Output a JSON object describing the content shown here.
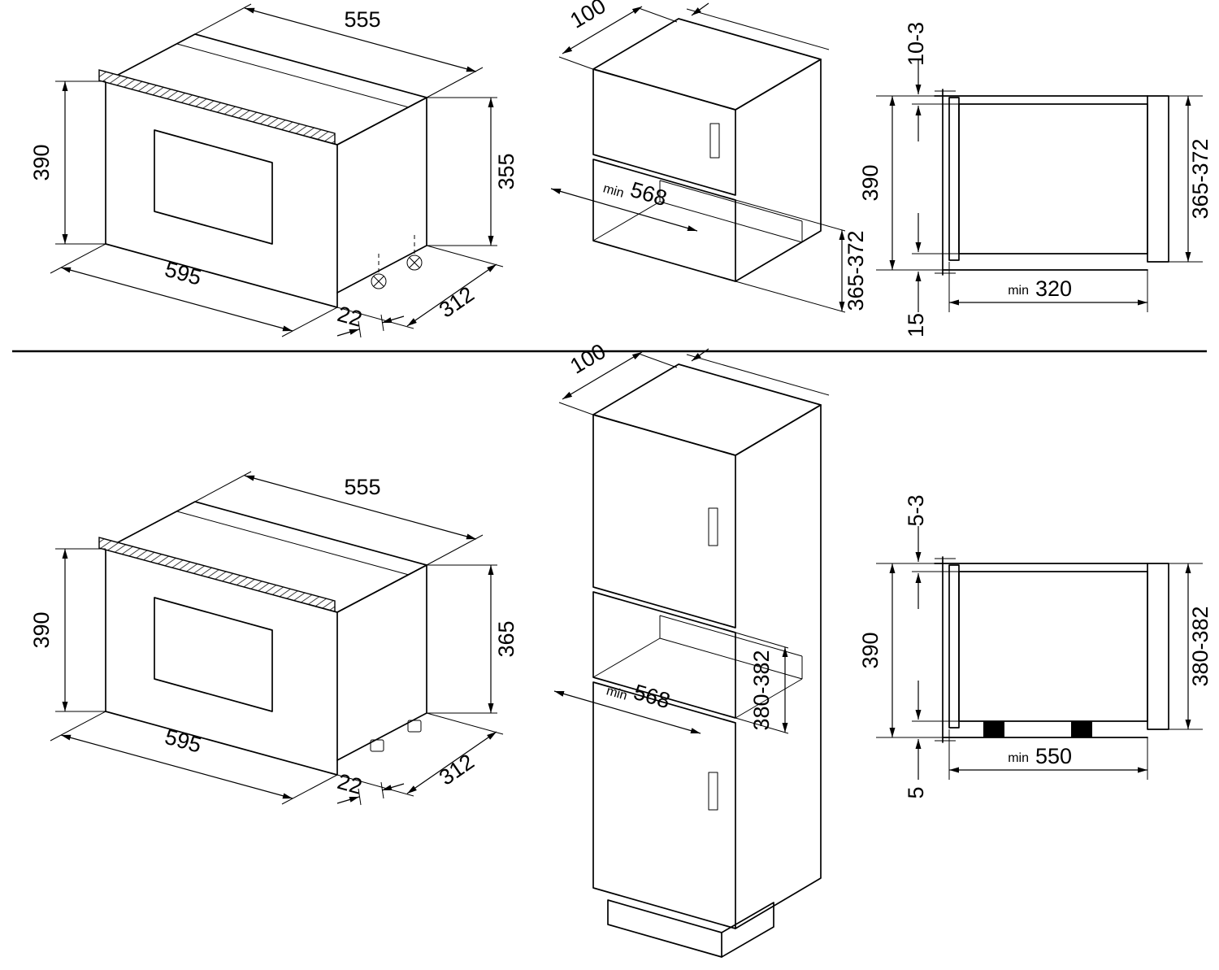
{
  "top_left": {
    "width_top": "555",
    "height_front": "390",
    "height_body": "355",
    "width_front": "595",
    "depth": "312",
    "frame": "22"
  },
  "top_middle": {
    "rear_gap": "100",
    "min": "min",
    "niche_width": "568",
    "niche_height": "365-372"
  },
  "top_right": {
    "top_gap": "10-3",
    "inner_height": "390",
    "bottom_gap": "15",
    "min": "min",
    "min_depth": "320",
    "right_height": "365-372"
  },
  "bottom_left": {
    "width_top": "555",
    "height_front": "390",
    "height_body": "365",
    "width_front": "595",
    "depth": "312",
    "frame": "22"
  },
  "bottom_middle": {
    "rear_gap": "100",
    "min": "min",
    "niche_width": "568",
    "niche_height": "380-382"
  },
  "bottom_right": {
    "top_gap": "5-3",
    "inner_height": "390",
    "bottom_gap": "5",
    "min": "min",
    "min_depth": "550",
    "right_height": "380-382"
  }
}
